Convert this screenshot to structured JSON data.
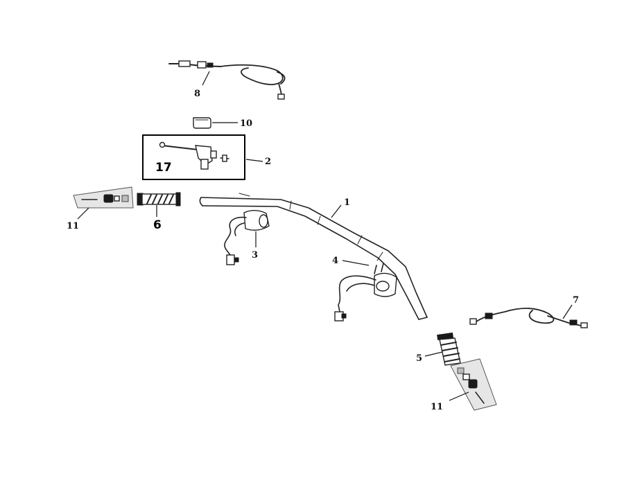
{
  "callouts": {
    "c1": "1",
    "c2": "2",
    "c3": "3",
    "c4": "4",
    "c5": "5",
    "c6": "6",
    "c7": "7",
    "c8": "8",
    "c10": "10",
    "c11_left": "11",
    "c11_right": "11",
    "c17": "17"
  },
  "colors": {
    "line": "#222222",
    "background": "#ffffff",
    "shading": "#bcbcbc"
  }
}
